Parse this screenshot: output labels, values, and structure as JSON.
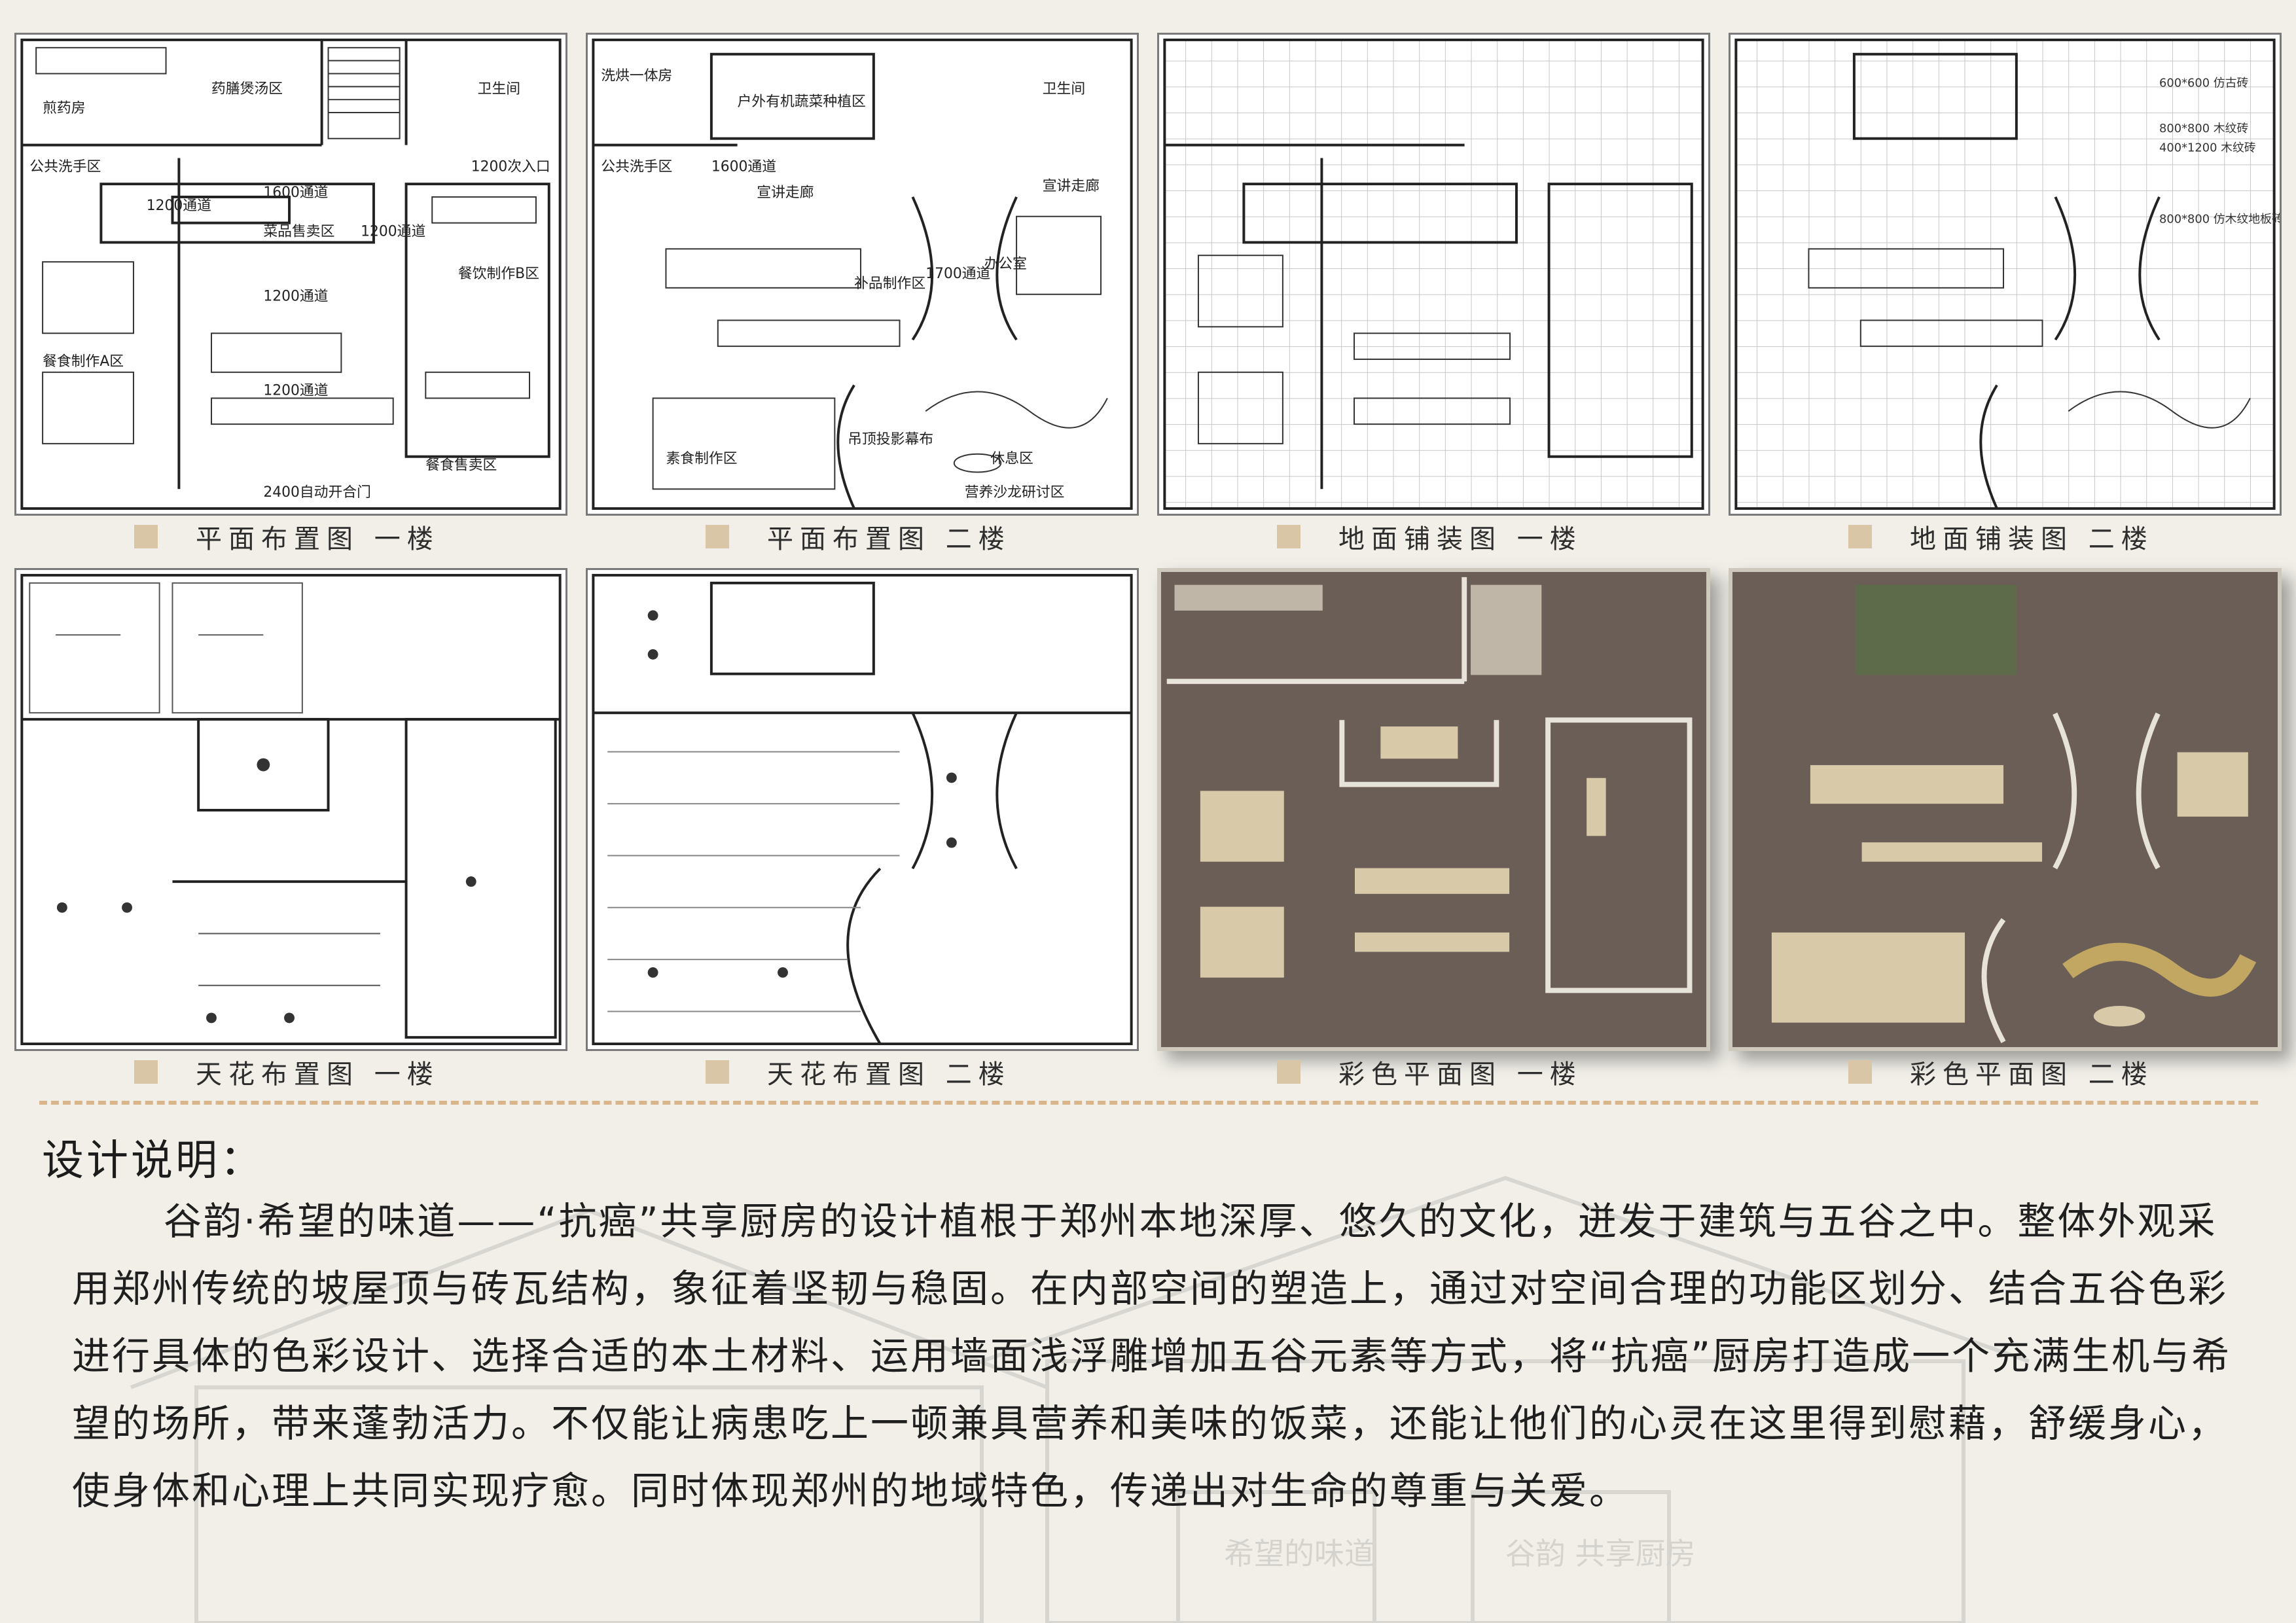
{
  "captions": [
    "平面布置图 一楼",
    "平面布置图 二楼",
    "地面铺装图 一楼",
    "地面铺装图 二楼",
    "天花布置图 一楼",
    "天花布置图 二楼",
    "彩色平面图 一楼",
    "彩色平面图 二楼"
  ],
  "plan1_labels": {
    "jianyao": "煎药房",
    "yaoshan": "药膳煲汤区",
    "weisheng": "卫生间",
    "gonggong": "公共洗手区",
    "rukou": "1200次入口",
    "tongdao1600": "1600通道",
    "tongdao1200a": "1200通道",
    "tongdao1200b": "1200通道",
    "tongdao1200c": "1200通道",
    "tongdao1200d": "1200通道",
    "caipin": "菜品售卖区",
    "canyinB": "餐饮制作B区",
    "canyinA": "餐食制作A区",
    "canshi": "餐食售卖区",
    "zidong": "2400自动开合门"
  },
  "plan2_labels": {
    "xihong": "洗烘一体房",
    "huwai": "户外有机蔬菜种植区",
    "weisheng": "卫生间",
    "gonggong": "公共洗手区",
    "tongdao": "1600通道",
    "xuanjiang1": "宣讲走廊",
    "xuanjiang2": "宣讲走廊",
    "bupin": "补品制作区",
    "tongdao1700": "1700通道",
    "bangong": "办公室",
    "sushi": "素食制作区",
    "diaoding": "吊顶投影幕布",
    "xiuxi": "休息区",
    "yingyang": "营养沙龙研讨区"
  },
  "floor2_labels": {
    "a": "600*600 仿古砖",
    "b": "800*800 木纹砖",
    "c": "400*1200 木纹砖",
    "d": "800*800 仿木纹地板砖"
  },
  "heading": "设计说明：",
  "body": "谷韵·希望的味道——“抗癌”共享厨房的设计植根于郑州本地深厚、悠久的文化，迸发于建筑与五谷之中。整体外观采用郑州传统的坡屋顶与砖瓦结构，象征着坚韧与稳固。在内部空间的塑造上，通过对空间合理的功能区划分、结合五谷色彩进行具体的色彩设计、选择合适的本土材料、运用墙面浅浮雕增加五谷元素等方式，将“抗癌”厨房打造成一个充满生机与希望的场所，带来蓬勃活力。不仅能让病患吃上一顿兼具营养和美味的饭菜，还能让他们的心灵在这里得到慰藉，舒缓身心，使身体和心理上共同实现疗愈。同时体现郑州的地域特色，传递出对生命的尊重与关爱。",
  "sign_left": "希望的味道",
  "sign_right": "谷韵 共享厨房",
  "colors": {
    "caption_square": "#d9c6a7",
    "divider": "#d8b58a",
    "color_plan_floor": "#6b5e56",
    "color_plan_furniture": "#d8c9a8"
  }
}
